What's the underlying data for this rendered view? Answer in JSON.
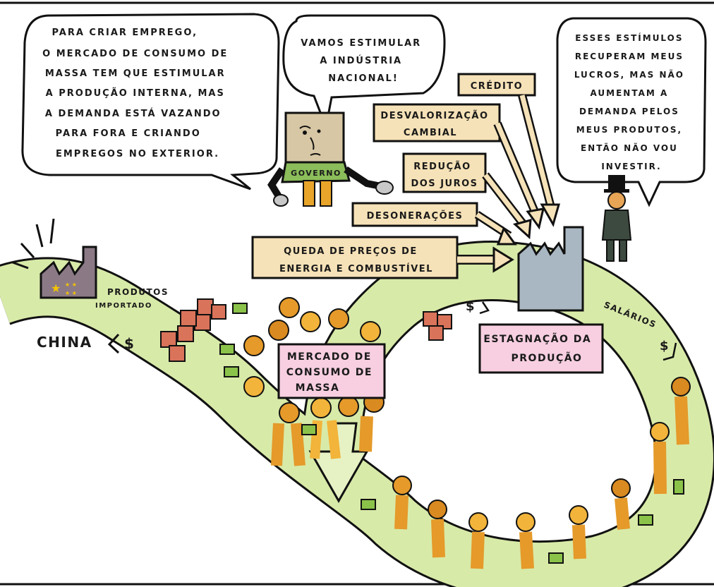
{
  "colors": {
    "road": "#d8eaa8",
    "sign": "#f6e2b8",
    "pink_box": "#f7cfe0",
    "factory": "#a9b7c2",
    "people": "#e59a2a",
    "people_light": "#f2b43a",
    "money": "#8bc34a",
    "boxes": "#d9735a",
    "governo": "#d7c7a4"
  },
  "bubbles": {
    "left": [
      "PARA CRIAR EMPREGO,",
      "O MERCADO DE CONSUMO DE",
      "MASSA TEM QUE ESTIMULAR",
      "A PRODUÇÃO INTERNA, MAS",
      "A DEMANDA ESTÁ VAZANDO",
      "PARA FORA E CRIANDO",
      "EMPREGOS NO EXTERIOR."
    ],
    "middle": [
      "VAMOS ESTIMULAR",
      "A INDÚSTRIA",
      "NACIONAL!"
    ],
    "right": [
      "ESSES ESTÍMULOS",
      "RECUPERAM MEUS",
      "LUCROS, MAS NÃO",
      "AUMENTAM A",
      "DEMANDA PELOS",
      "MEUS PRODUTOS,",
      "ENTÃO NÃO VOU",
      "INVESTIR."
    ]
  },
  "signs": {
    "credito": "CRÉDITO",
    "desvalorizacao": [
      "DESVALORIZAÇÃO",
      "CAMBIAL"
    ],
    "reducao": [
      "REDUÇÃO",
      "DOS JUROS"
    ],
    "desoneracoes": "DESONERAÇÕES",
    "queda": [
      "QUEDA DE PREÇOS DE",
      "ENERGIA E COMBUSTÍVEL"
    ]
  },
  "labels": {
    "governo": "GOVERNO",
    "china": "CHINA",
    "produtos": [
      "PRODUTOS",
      "IMPORTADO"
    ],
    "mercado": [
      "MERCADO DE",
      "CONSUMO DE",
      "MASSA"
    ],
    "estagnacao": [
      "ESTAGNAÇÃO DA",
      "PRODUÇÃO"
    ],
    "salarios": "SALÁRIOS",
    "dollar": "$"
  }
}
